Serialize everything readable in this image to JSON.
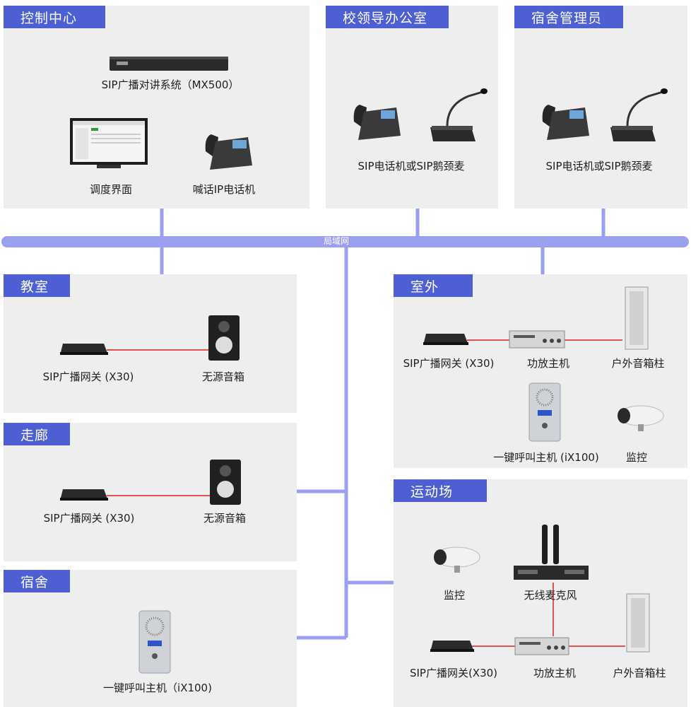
{
  "colors": {
    "accent": "#4e5fd3",
    "line": "#9b9ff0",
    "link": "#e02020",
    "panel": "#eeeeee"
  },
  "network": {
    "label": "局域网"
  },
  "panels": {
    "control": {
      "title": "控制中心",
      "server": "SIP广播对讲系统（MX500）",
      "console": "调度界面",
      "phone": "喊话IP电话机"
    },
    "principal": {
      "title": "校领导办公室",
      "device": "SIP电话机或SIP鹅颈麦"
    },
    "dorm_admin": {
      "title": "宿舍管理员",
      "device": "SIP电话机或SIP鹅颈麦"
    },
    "classroom": {
      "title": "教室",
      "gateway": "SIP广播网关 (X30)",
      "speaker": "无源音箱"
    },
    "corridor": {
      "title": "走廊",
      "gateway": "SIP广播网关 (X30)",
      "speaker": "无源音箱"
    },
    "dormitory": {
      "title": "宿舍",
      "intercom": "一键呼叫主机（iX100)"
    },
    "outdoor": {
      "title": "室外",
      "gateway": "SIP广播网关 (X30)",
      "amplifier": "功放主机",
      "column": "户外音箱柱",
      "intercom": "一键呼叫主机 (iX100)",
      "camera": "监控"
    },
    "stadium": {
      "title": "运动场",
      "camera": "监控",
      "mic": "无线麦克风",
      "gateway": "SIP广播网关(X30)",
      "amplifier": "功放主机",
      "column": "户外音箱柱"
    }
  }
}
